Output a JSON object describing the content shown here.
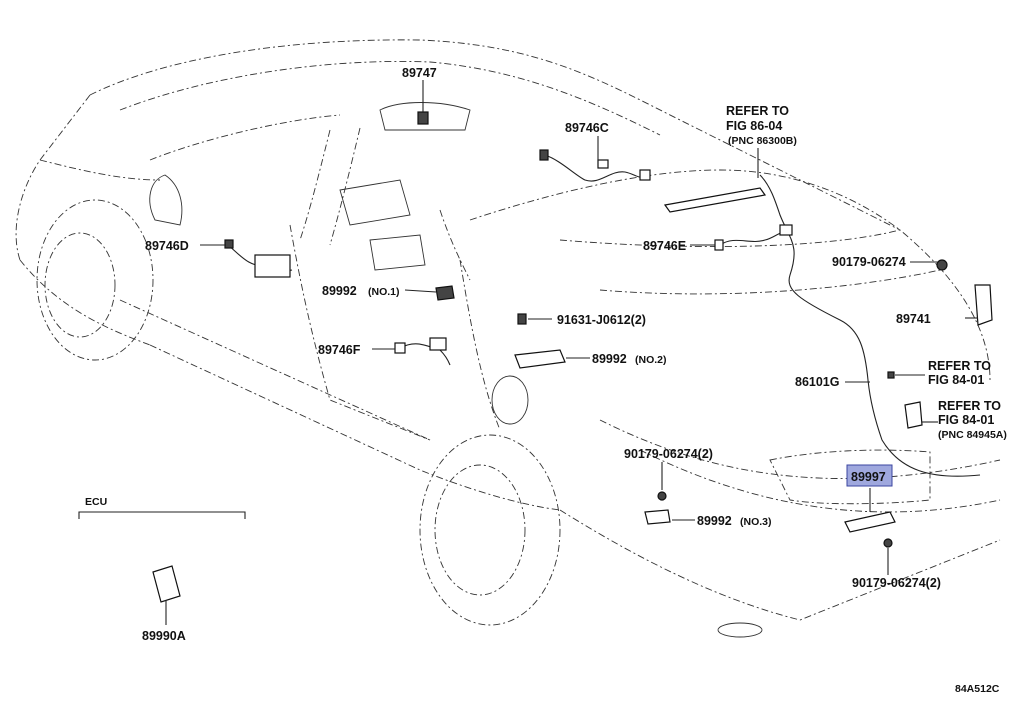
{
  "diagram": {
    "highlight_color": "#9fa8de",
    "labels": {
      "p89747": "89747",
      "p89746C": "89746C",
      "refer1_l1": "REFER TO",
      "refer1_l2": "FIG 86-04",
      "refer1_l3": "(PNC 86300B)",
      "p89746D": "89746D",
      "p89746E": "89746E",
      "p90179_top": "90179-06274",
      "p89992_no1": "89992",
      "p89992_no1_suffix": "(NO.1)",
      "p91631": "91631-J0612(2)",
      "p89741": "89741",
      "p89746F": "89746F",
      "p89992_no2": "89992",
      "p89992_no2_suffix": "(NO.2)",
      "refer2_l1": "REFER TO",
      "refer2_l2": "FIG 84-01",
      "p86101G": "86101G",
      "refer3_l1": "REFER TO",
      "refer3_l2": "FIG 84-01",
      "refer3_l3": "(PNC 84945A)",
      "p90179_mid": "90179-06274(2)",
      "p89997": "89997",
      "ecu": "ECU",
      "p89992_no3": "89992",
      "p89992_no3_suffix": "(NO.3)",
      "p90179_bot": "90179-06274(2)",
      "p89990A": "89990A",
      "fig_code": "84A512C"
    }
  }
}
